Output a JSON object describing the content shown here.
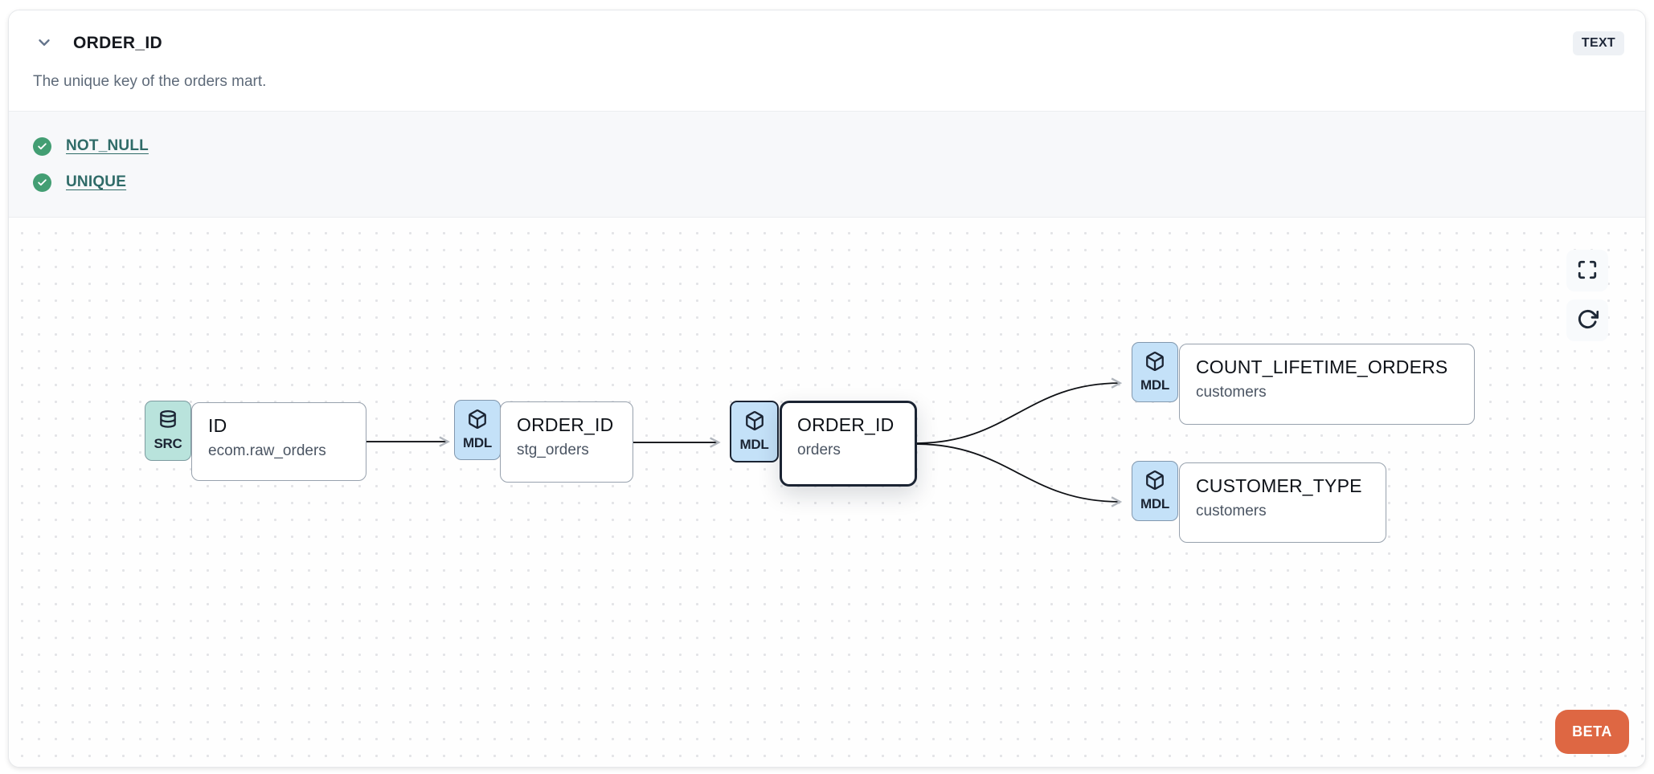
{
  "header": {
    "title": "ORDER_ID",
    "type_badge": "TEXT",
    "description": "The unique key of the orders mart."
  },
  "tests": [
    {
      "label": "NOT_NULL",
      "status_icon": "check-circle-icon"
    },
    {
      "label": "UNIQUE",
      "status_icon": "check-circle-icon"
    }
  ],
  "lineage": {
    "nodes": [
      {
        "badge": "SRC",
        "icon": "database-icon",
        "title": "ID",
        "subtitle": "ecom.raw_orders",
        "kind": "source",
        "selected": false
      },
      {
        "badge": "MDL",
        "icon": "box-icon",
        "title": "ORDER_ID",
        "subtitle": "stg_orders",
        "kind": "model",
        "selected": false
      },
      {
        "badge": "MDL",
        "icon": "box-icon",
        "title": "ORDER_ID",
        "subtitle": "orders",
        "kind": "model",
        "selected": true
      },
      {
        "badge": "MDL",
        "icon": "box-icon",
        "title": "COUNT_LIFETIME_ORDERS",
        "subtitle": "customers",
        "kind": "model",
        "selected": false
      },
      {
        "badge": "MDL",
        "icon": "box-icon",
        "title": "CUSTOMER_TYPE",
        "subtitle": "customers",
        "kind": "model",
        "selected": false
      }
    ],
    "edges": [
      {
        "from": "ID (ecom.raw_orders)",
        "to": "ORDER_ID (stg_orders)"
      },
      {
        "from": "ORDER_ID (stg_orders)",
        "to": "ORDER_ID (orders)"
      },
      {
        "from": "ORDER_ID (orders)",
        "to": "COUNT_LIFETIME_ORDERS (customers)"
      },
      {
        "from": "ORDER_ID (orders)",
        "to": "CUSTOMER_TYPE (customers)"
      }
    ],
    "controls": [
      {
        "icon": "fullscreen-icon"
      },
      {
        "icon": "refresh-icon"
      }
    ],
    "beta_label": "BETA"
  },
  "colors": {
    "accent_orange": "#de6743",
    "success_green": "#439e73",
    "link_teal": "#2f6b68",
    "source_badge": "#b9e3dc",
    "model_badge": "#c4e1f8",
    "selection_border": "#1b2433"
  }
}
